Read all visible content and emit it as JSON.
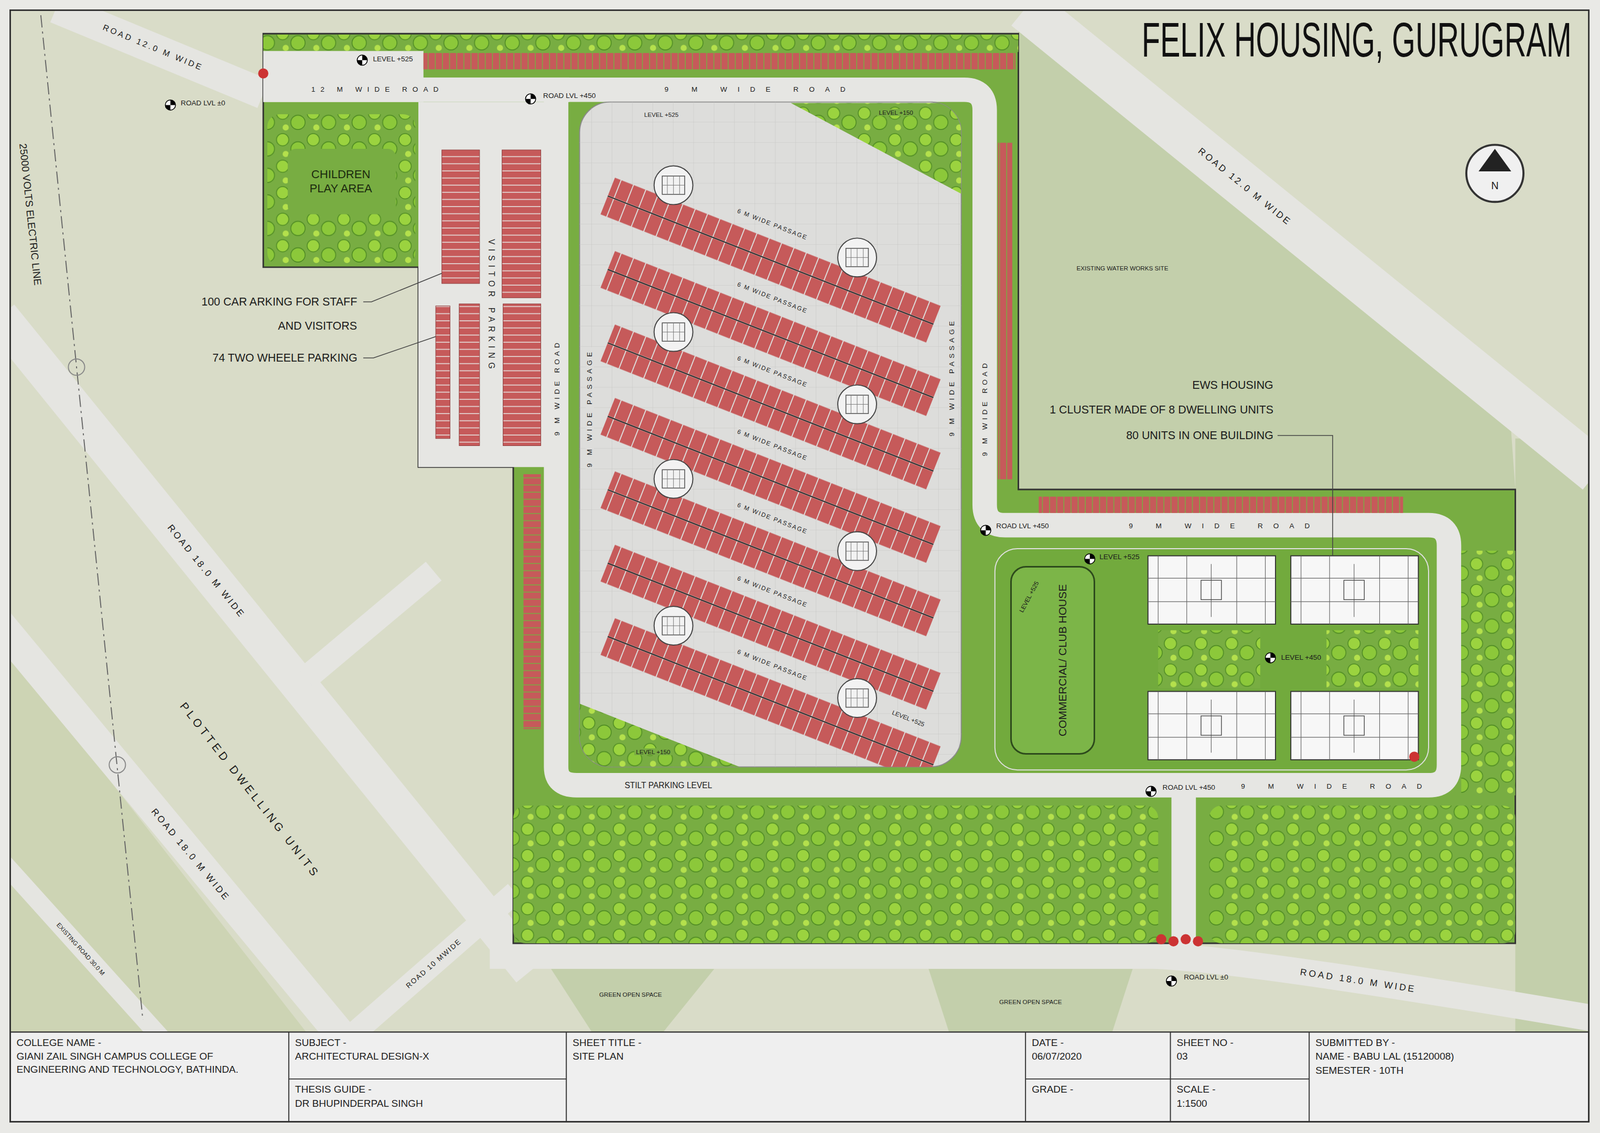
{
  "diagram": {
    "title": "FELIX HOUSING, GURUGRAM",
    "nodes": [
      {
        "text": [
          "CHILDREN PLAY AREA"
        ]
      },
      {
        "text": [
          "COMMERCIAL/ CLUB HOUSE"
        ]
      },
      {
        "text": [
          "COLLEGE NAME -",
          "GIANI ZAIL SINGH CAMPUS COLLEGE OF ENGINEERING AND TECHNOLOGY, BATHINDA."
        ]
      },
      {
        "text": [
          "SUBJECT -",
          "ARCHITECTURAL DESIGN-X"
        ]
      },
      {
        "text": [
          "THESIS GUIDE -",
          "DR BHUPINDERPAL SINGH"
        ]
      },
      {
        "text": [
          "SHEET TITLE -",
          "SITE PLAN"
        ]
      },
      {
        "text": [
          "DATE -",
          "06/07/2020"
        ]
      },
      {
        "text": [
          "GRADE -"
        ]
      },
      {
        "text": [
          "SHEET NO -",
          "03"
        ]
      },
      {
        "text": [
          "SCALE -",
          "1:1500"
        ]
      },
      {
        "text": [
          "SUBMITTED BY -",
          "NAME - BABU LAL (15120008)",
          "SEMESTER - 10TH"
        ]
      }
    ],
    "labels": [
      "ROAD 12.0 M WIDE",
      "ROAD LVL ±0",
      "LEVEL +525",
      "12 M WIDE ROAD",
      "ROAD LVL +450",
      "9 M WIDE ROAD",
      "LEVEL +525",
      "LEVEL +150",
      "25000 VOLTS ELECTRIC LINE",
      "100 CAR ARKING FOR STAFF",
      "AND VISITORS",
      "74 TWO WHEELE PARKING",
      "VISITOR PARKING",
      "9 M WIDE PASSAGE",
      "9 M WIDE ROAD",
      "9 M WIDE PASSAGE",
      "9 M WIDE ROAD",
      "6 M WIDE PASSAGE",
      "6 M WIDE PASSAGE",
      "6 M WIDE PASSAGE",
      "6 M WIDE PASSAGE",
      "6 M WIDE PASSAGE",
      "6 M WIDE PASSAGE",
      "6 M WIDE PASSAGE",
      "ROAD 12.0 M WIDE",
      "EXISTING WATER WORKS SITE",
      "EWS HOUSING",
      "1 CLUSTER MADE OF 8 DWELLING UNITS",
      "80 UNITS IN ONE BUILDING",
      "ROAD LVL +450",
      "9 M WIDE ROAD",
      "LEVEL +525",
      "LEVEL +525",
      "LEVEL +450",
      "STILT PARKING LEVEL",
      "LEVEL +150",
      "LEVEL +525",
      "ROAD LVL +450",
      "9 M WIDE ROAD",
      "ROAD 18.0 M WIDE",
      "PLOTTED DWELLING UNITS",
      "ROAD 18.0 M WIDE",
      "EXISTING ROAD 30.0 M",
      "ROAD 10 MWIDE",
      "GREEN OPEN SPACE",
      "GREEN OPEN SPACE",
      "ROAD LVL ±0",
      "ROAD 18.0 M WIDE",
      "N"
    ]
  }
}
